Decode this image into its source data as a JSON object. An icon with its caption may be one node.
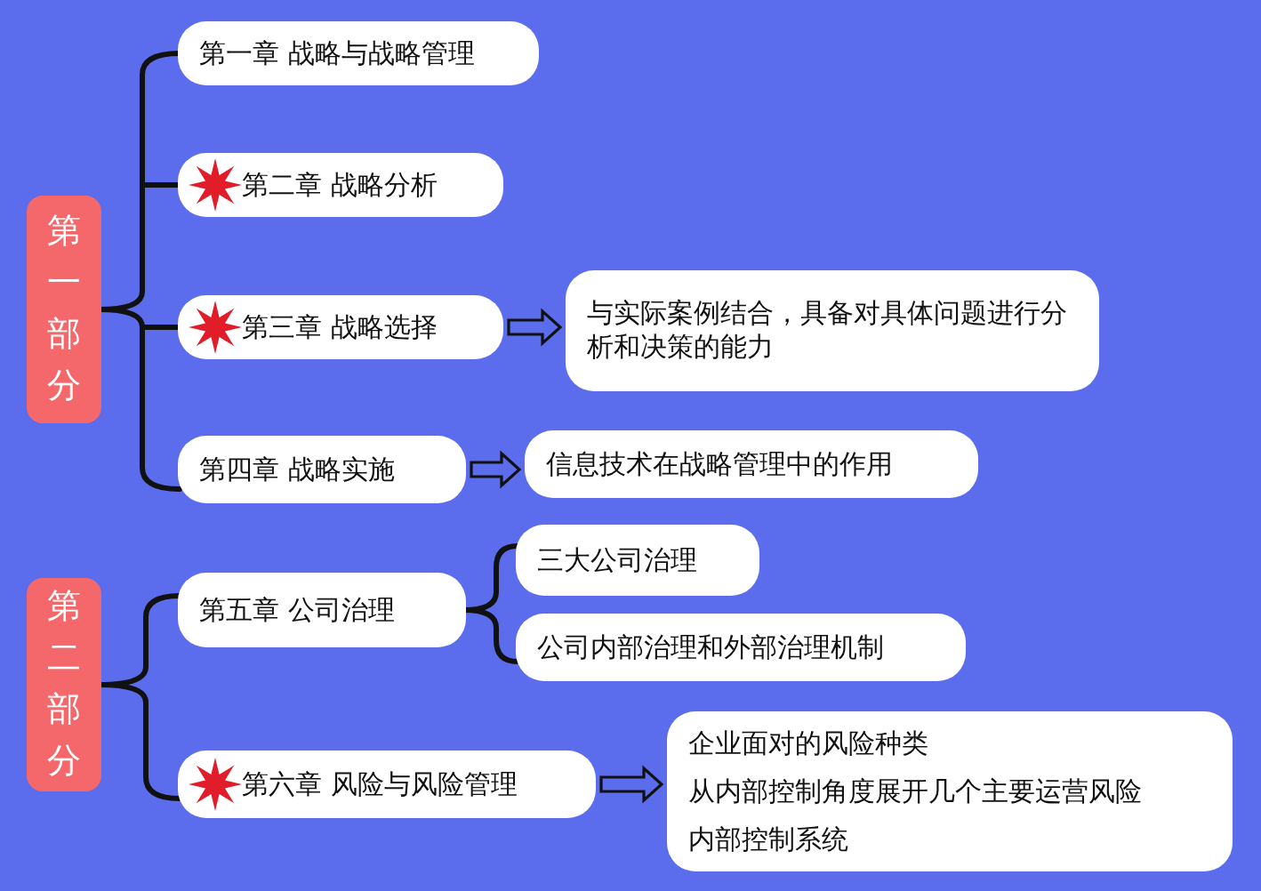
{
  "diagram": {
    "nodes": [
      {
        "text": [
          "第一部分"
        ]
      },
      {
        "text": [
          "第一章 战略与战略管理"
        ]
      },
      {
        "text": [
          "第二章 战略分析"
        ]
      },
      {
        "text": [
          "第三章 战略选择"
        ]
      },
      {
        "text": [
          "与实际案例结合，具备对具体问题进行分析和决策的能力"
        ]
      },
      {
        "text": [
          "第四章 战略实施"
        ]
      },
      {
        "text": [
          "信息技术在战略管理中的作用"
        ]
      },
      {
        "text": [
          "第二部分"
        ]
      },
      {
        "text": [
          "第五章 公司治理"
        ]
      },
      {
        "text": [
          "三大公司治理"
        ]
      },
      {
        "text": [
          "公司内部治理和外部治理机制"
        ]
      },
      {
        "text": [
          "第六章 风险与风险管理"
        ]
      },
      {
        "text": [
          "企业面对的风险种类",
          "从内部控制角度展开几个主要运营风险",
          "内部控制系统"
        ]
      }
    ],
    "edges": [
      {
        "from": 0,
        "to": 1,
        "arrow": "none"
      },
      {
        "from": 0,
        "to": 2,
        "arrow": "none"
      },
      {
        "from": 0,
        "to": 3,
        "arrow": "none"
      },
      {
        "from": 0,
        "to": 5,
        "arrow": "none"
      },
      {
        "from": 3,
        "to": 4,
        "arrow": "to"
      },
      {
        "from": 5,
        "to": 6,
        "arrow": "to"
      },
      {
        "from": 7,
        "to": 8,
        "arrow": "none"
      },
      {
        "from": 7,
        "to": 11,
        "arrow": "none"
      },
      {
        "from": 8,
        "to": 9,
        "arrow": "none"
      },
      {
        "from": 8,
        "to": 10,
        "arrow": "none"
      },
      {
        "from": 11,
        "to": 12,
        "arrow": "to"
      }
    ]
  }
}
